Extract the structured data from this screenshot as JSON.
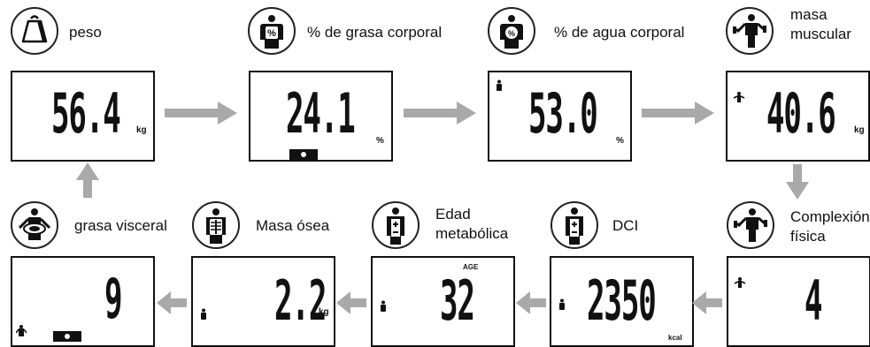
{
  "top_row": [
    {
      "label": "peso",
      "value": "56.4",
      "unit": "kg",
      "icon": "weight-icon"
    },
    {
      "label": "% de grasa corporal",
      "value": "24.1",
      "unit": "%",
      "icon": "body-fat-icon"
    },
    {
      "label": "% de agua corporal",
      "value": "53.0",
      "unit": "%",
      "icon": "body-water-icon"
    },
    {
      "label_line1": "masa",
      "label_line2": "muscular",
      "value": "40.6",
      "unit": "kg",
      "icon": "muscle-icon"
    }
  ],
  "bottom_row": [
    {
      "label": "grasa visceral",
      "value": "9",
      "icon": "visceral-fat-icon"
    },
    {
      "label": "Masa ósea",
      "value": "2.2",
      "unit": "kg",
      "icon": "bone-mass-icon"
    },
    {
      "label_line1": "Edad",
      "label_line2": "metabólica",
      "value": "32",
      "tag": "AGE",
      "icon": "metabolic-age-icon"
    },
    {
      "label": "DCI",
      "value": "2350",
      "unit": "kcal",
      "icon": "dci-icon"
    },
    {
      "label_line1": "Complexión",
      "label_line2": "física",
      "value": "4",
      "icon": "physique-icon"
    }
  ],
  "colors": {
    "arrow": "#a9a9a9",
    "ink": "#111111"
  }
}
